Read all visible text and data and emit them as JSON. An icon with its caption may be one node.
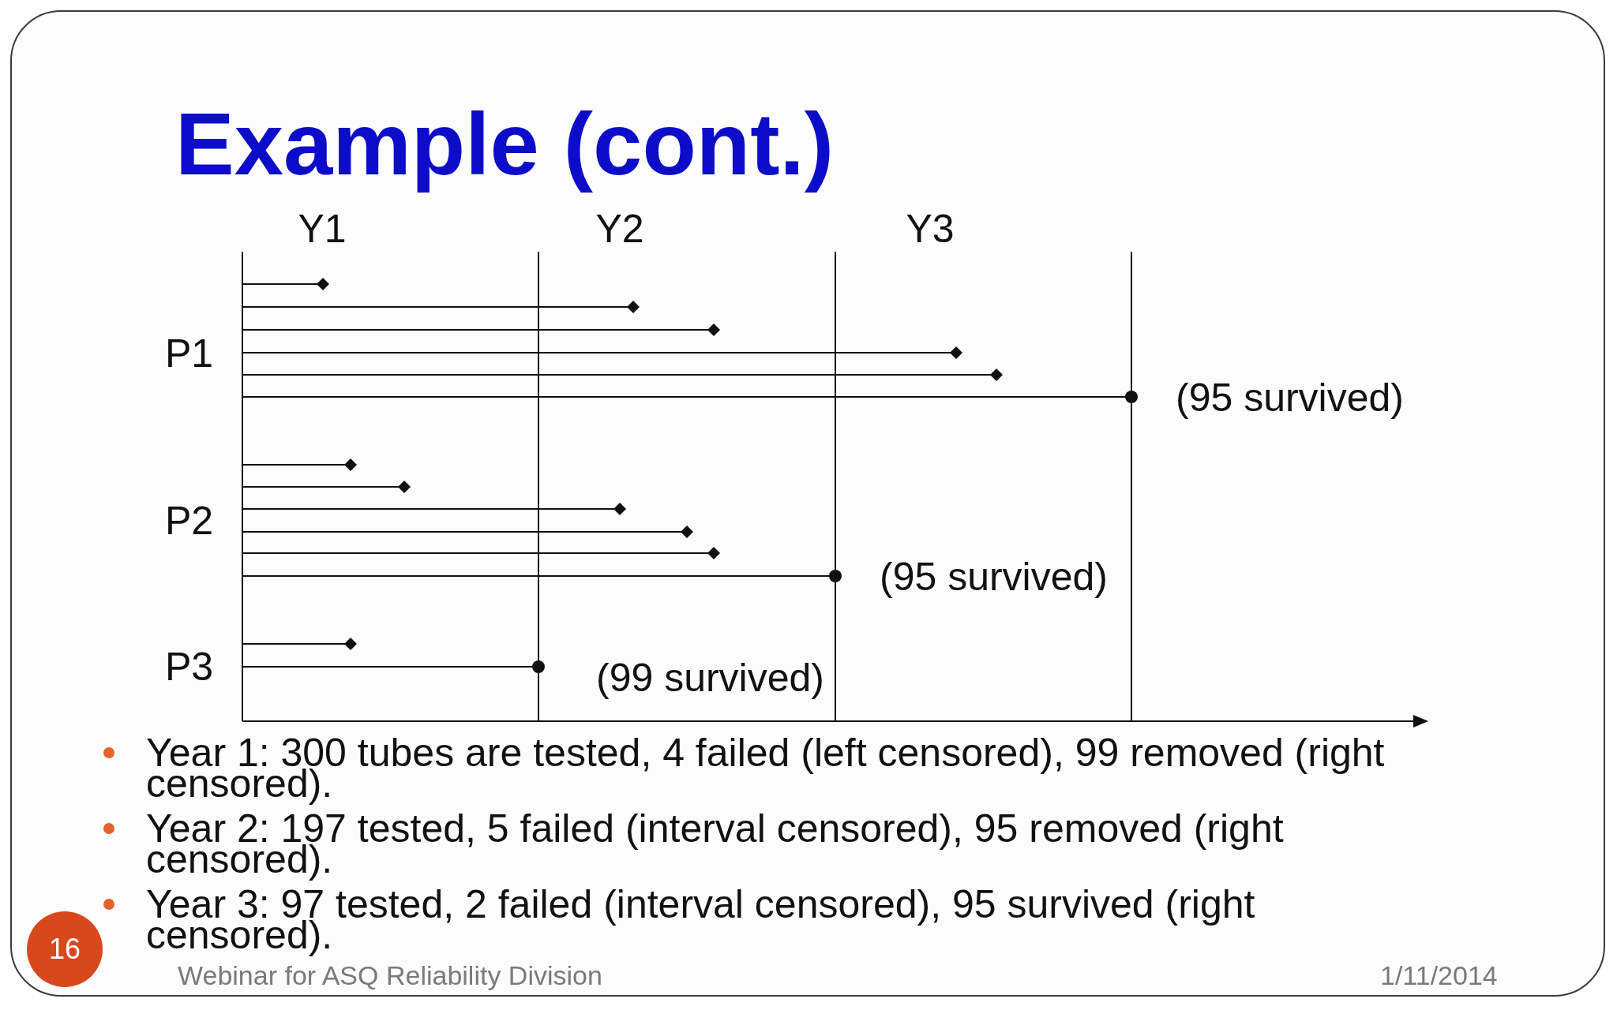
{
  "diagram": {
    "title": "Example (cont.)",
    "nodes": [
      {
        "text": [
          "16"
        ]
      }
    ],
    "labels": [
      "Y1",
      "Y2",
      "Y3",
      "P1",
      "(95 survived)",
      "P2",
      "(95 survived)",
      "P3",
      "(99 survived)",
      "Year 1: 300 tubes are tested, 4 failed (left censored), 99 removed (right censored).",
      "Year 2: 197 tested, 5 failed (interval censored), 95 removed (right censored).",
      "Year 3: 97 tested, 2 failed (interval censored), 95 survived (right censored).",
      "Webinar for ASQ Reliability Division",
      "1/11/2014"
    ]
  }
}
